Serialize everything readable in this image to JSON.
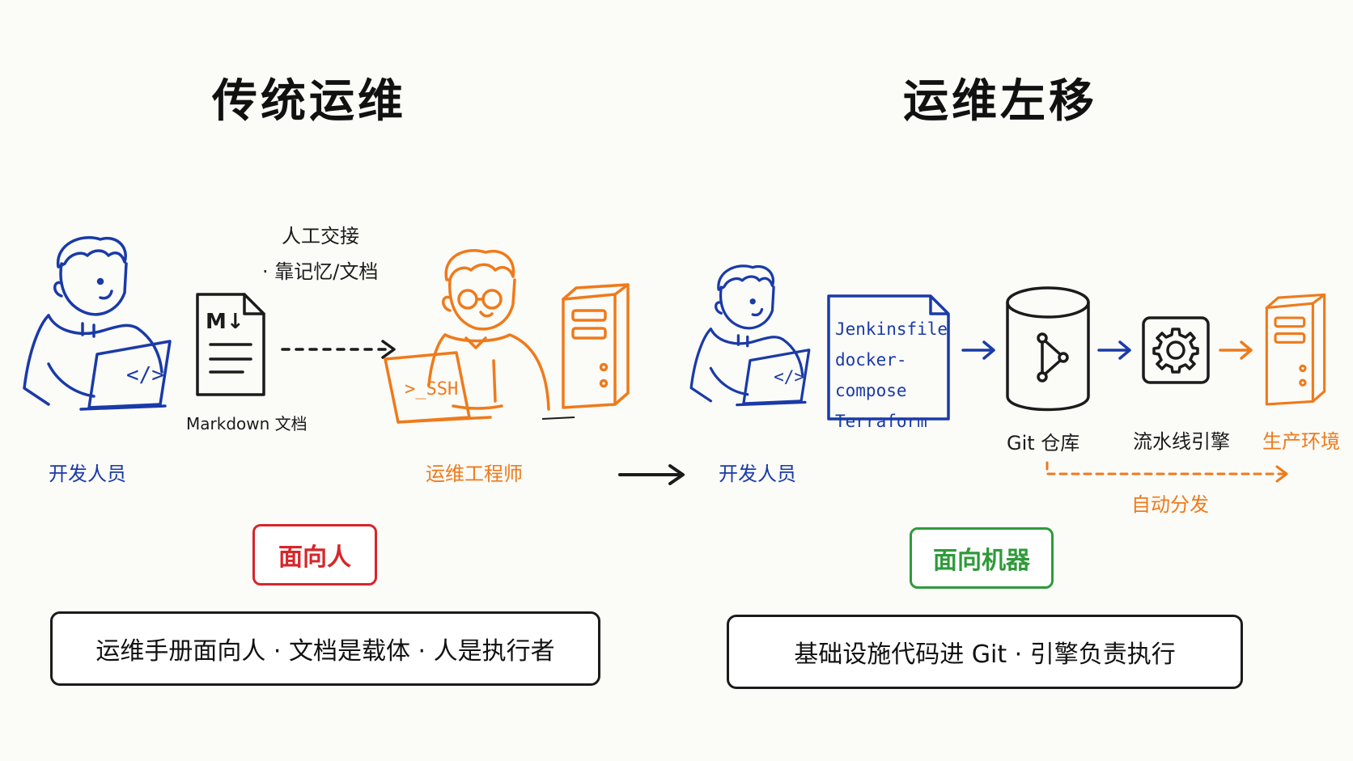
{
  "left": {
    "title": "传统运维",
    "developer_label": "开发人员",
    "doc_caption": "Markdown 文档",
    "doc_icon_text": "M↓",
    "handoff_line1": "人工交接",
    "handoff_line2": "· 靠记忆/文档",
    "terminal_text": ">_SSH",
    "engineer_label": "运维工程师",
    "badge": "面向人",
    "summary": "运维手册面向人 · 文档是载体 · 人是执行者"
  },
  "right": {
    "title": "运维左移",
    "developer_label": "开发人员",
    "files": [
      "Jenkinsfile",
      "docker-compose",
      "Terraform"
    ],
    "git_label": "Git 仓库",
    "pipeline_label": "流水线引擎",
    "prod_label": "生产环境",
    "auto_label": "自动分发",
    "badge": "面向机器",
    "summary": "基础设施代码进 Git · 引擎负责执行"
  },
  "colors": {
    "blue": "#1a3aa8",
    "orange": "#ef7a1a",
    "green": "#2f9a3a",
    "red": "#d7262a",
    "ink": "#1b1b1b"
  },
  "icons": [
    "developer-icon",
    "markdown-doc-icon",
    "engineer-icon",
    "server-icon",
    "code-file-icon",
    "git-database-icon",
    "gear-icon",
    "arrow-icon"
  ]
}
